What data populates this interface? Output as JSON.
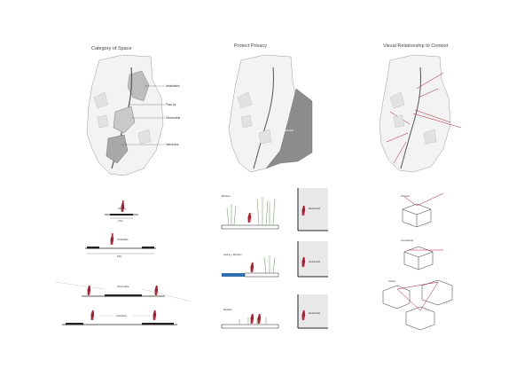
{
  "panels": {
    "category": {
      "title": "Category of Space",
      "labels": [
        "Inhabitable",
        "Pass by",
        "Observable",
        "Interactive"
      ]
    },
    "privacy": {
      "title": "Protect Privacy",
      "map_label": "Residential"
    },
    "visual": {
      "title": "Visual Relationship to Context"
    }
  },
  "sections": {
    "passby": {
      "label": "Pass by",
      "dim": "4.5m"
    },
    "inhabitable": {
      "label": "Inhabitable",
      "dim": "8.5m"
    },
    "observable": {
      "label": "Observable"
    },
    "interactive": {
      "label": "Interactive"
    }
  },
  "privacy_sections": [
    {
      "label": "Bamboo",
      "side": "Residential"
    },
    {
      "label": "Setting + Bamboo",
      "side": "Residential"
    },
    {
      "label": "Meadow",
      "side": "Residential"
    }
  ],
  "relations": [
    {
      "label": "Outward"
    },
    {
      "label": "Constrained"
    },
    {
      "label": "Inward"
    }
  ],
  "colors": {
    "accent_red": "#b2182b",
    "water_blue": "#2f6fae",
    "map_gray": "#9a9a9a",
    "wall_gray": "#8c8c8c"
  }
}
